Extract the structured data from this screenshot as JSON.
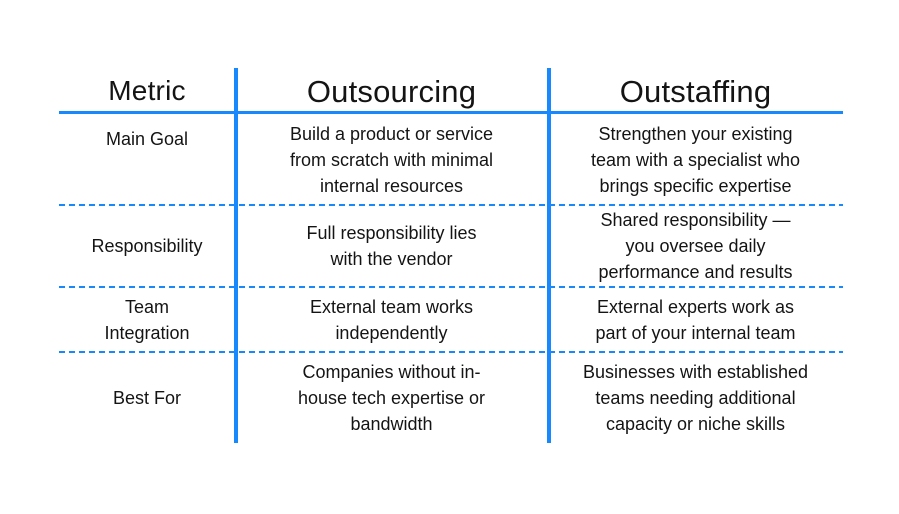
{
  "table": {
    "headers": [
      "Metric",
      "Outsourcing",
      "Outstaffing"
    ],
    "rows": [
      {
        "metric": "Main Goal",
        "outsourcing": "Build a product or service\nfrom scratch with minimal\ninternal resources",
        "outstaffing": "Strengthen your existing\nteam with a specialist who\nbrings specific expertise"
      },
      {
        "metric": "Responsibility",
        "outsourcing": "Full responsibility lies\nwith the vendor",
        "outstaffing": "Shared responsibility —\nyou oversee daily\nperformance and results"
      },
      {
        "metric": "Team\nIntegration",
        "outsourcing": "External team works\nindependently",
        "outstaffing": "External experts work as\npart of your internal team"
      },
      {
        "metric": "Best For",
        "outsourcing": "Companies without in-\nhouse tech expertise or\nbandwidth",
        "outstaffing": "Businesses with established\nteams needing additional\ncapacity or niche skills"
      }
    ],
    "colors": {
      "line_blue": "#1789fc",
      "text": "#141414",
      "background": "#ffffff"
    }
  }
}
